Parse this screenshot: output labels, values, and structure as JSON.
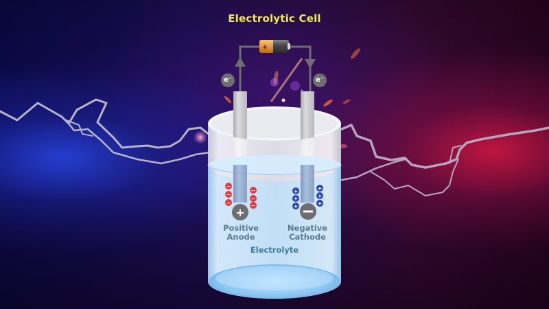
{
  "diagram": {
    "title": "Electrolytic Cell",
    "battery": {
      "terminal_symbol": "+",
      "icon": "battery-icon"
    },
    "electron_badges": {
      "left": "e⁻",
      "right": "e⁻"
    },
    "anode": {
      "sign": "+",
      "label_line1": "Positive",
      "label_line2": "Anode",
      "ion_symbol": "−",
      "ion_color": "#e23a3a"
    },
    "cathode": {
      "sign": "−",
      "label_line1": "Negative",
      "label_line2": "Cathode",
      "ion_symbol": "+",
      "ion_color": "#2a44b8"
    },
    "electrolyte_label": "Electrolyte",
    "colors": {
      "title": "#f2e65a",
      "wire": "#6e6e72",
      "electrode": "#c9c9cd",
      "liquid": "#bfe2fb",
      "lightning": "#b9b3c8",
      "left_glow": "#2846e6",
      "right_glow": "#e11946"
    }
  }
}
